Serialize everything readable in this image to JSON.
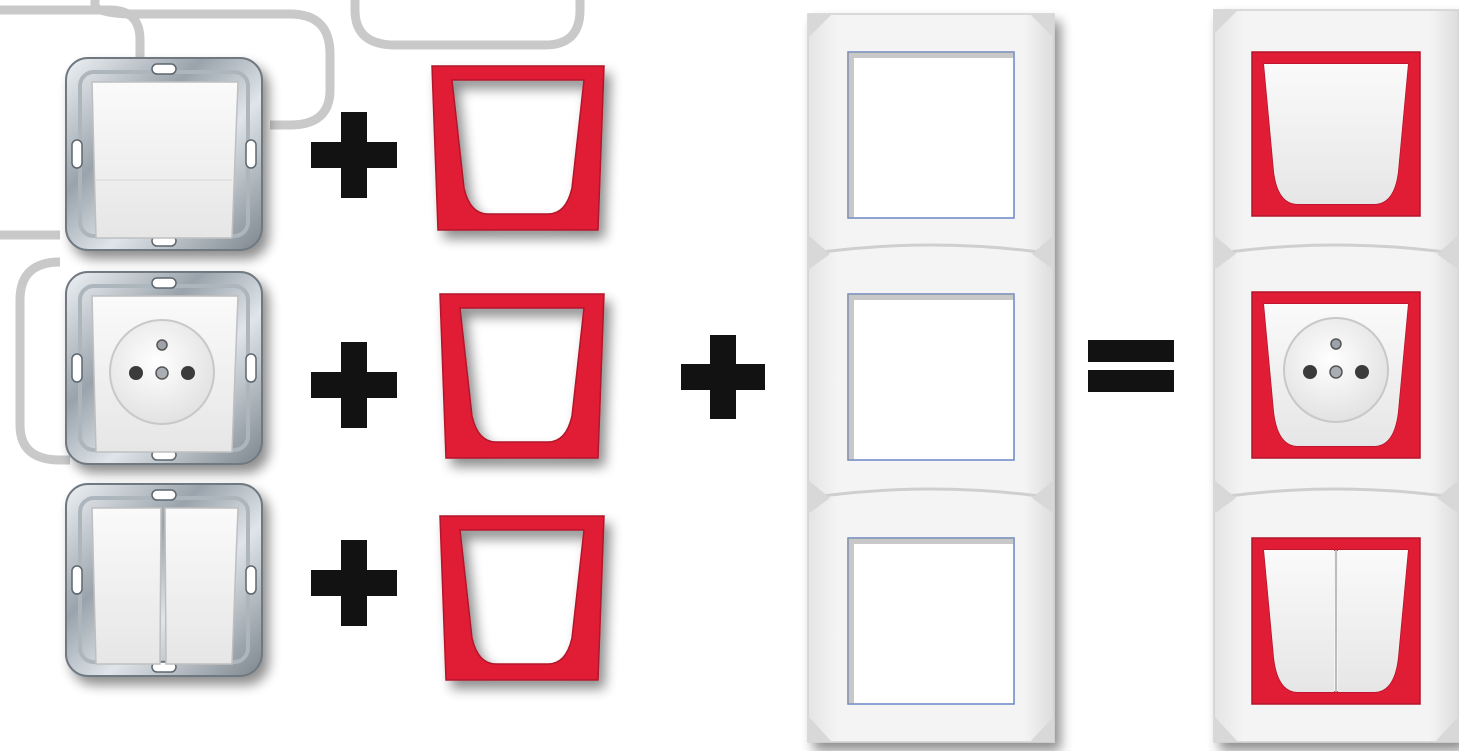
{
  "scene": {
    "background_color": "#ffffff",
    "decor_outline_color": "#c9c9c9",
    "operator_color": "#121212"
  },
  "colors": {
    "accent_red": "#e11f36",
    "accent_red_dark": "#b2142a",
    "plate_white": "#f3f3f3",
    "plate_shade": "#d3d3d3",
    "metal_light": "#d6dde3",
    "metal_dark": "#8b949c",
    "cavity_white": "#ffffff"
  },
  "mechanisms": [
    {
      "name": "single-switch-mechanism",
      "icon": "single-rocker-icon"
    },
    {
      "name": "socket-mechanism",
      "icon": "socket-outlet-icon"
    },
    {
      "name": "double-switch-mechanism",
      "icon": "double-rocker-icon"
    }
  ],
  "operators": {
    "plus": "plus-icon",
    "equals": "equals-icon"
  },
  "frames": {
    "red_decorative_frame": "red-frame-icon",
    "triple_frame": "triple-vertical-frame-icon",
    "assembled_set": "assembled-triple-set-icon"
  }
}
